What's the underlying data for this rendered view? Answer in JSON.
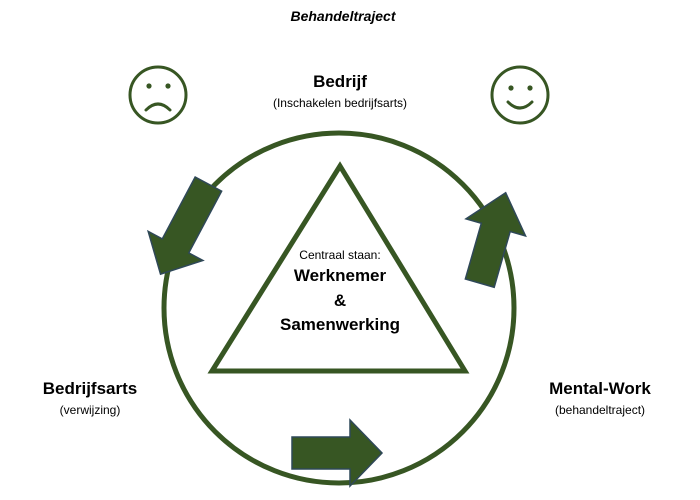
{
  "title": "Behandeltraject",
  "colors": {
    "stroke": "#375623",
    "arrow_fill": "#375623",
    "arrow_outline": "#2F4858"
  },
  "nodes": {
    "top": {
      "title": "Bedrijf",
      "subtitle": "(Inschakelen bedrijfsarts)"
    },
    "left": {
      "title": "Bedrijfsarts",
      "subtitle": "(verwijzing)"
    },
    "right": {
      "title": "Mental-Work",
      "subtitle": "(behandeltraject)"
    }
  },
  "center": {
    "label": "Centraal staan:",
    "line1": "Werknemer",
    "line2": "&",
    "line3": "Samenwerking"
  },
  "icons": {
    "left": "sad-face-icon",
    "right": "happy-face-icon"
  }
}
